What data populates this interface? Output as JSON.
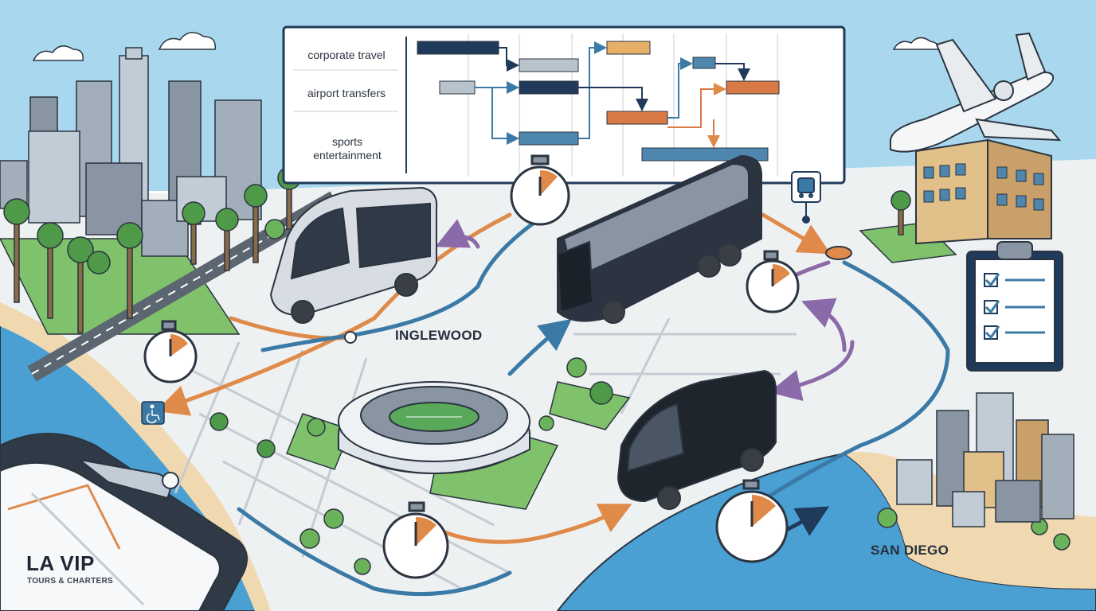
{
  "gantt": {
    "rows": [
      {
        "label": "corporate travel"
      },
      {
        "label": "airport transfers"
      },
      {
        "label": "sports entertainment"
      }
    ]
  },
  "map": {
    "labels": {
      "inglewood": "INGLEWOOD",
      "san_diego": "SAN DIEGO"
    }
  },
  "brand": {
    "title": "LA VIP",
    "subtitle": "TOURS & CHARTERS"
  },
  "icons": [
    "bus-stop-icon",
    "wheelchair-accessible-icon",
    "stopwatch-icon",
    "checklist-icon",
    "airplane-icon"
  ],
  "colors": {
    "ocean": "#4a9fd3",
    "land": "#eef1f2",
    "park": "#7fc26b",
    "route_orange": "#e08a4a",
    "route_purple": "#8a6aa8",
    "route_blue": "#3b7aa6",
    "navy": "#1f3a5a",
    "sky": "#a9d8ee"
  }
}
